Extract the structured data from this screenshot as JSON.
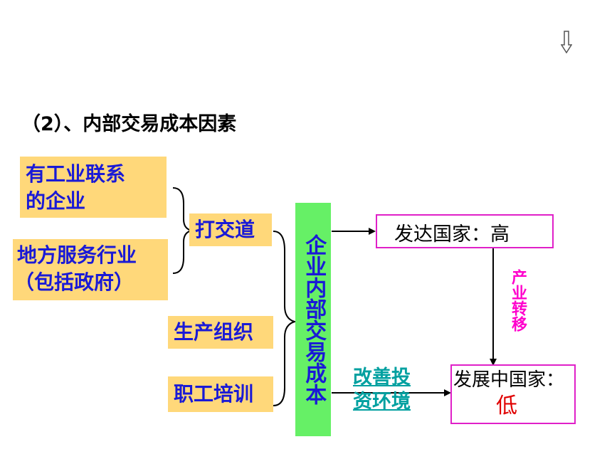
{
  "title": "（2）、内部交易成本因素",
  "nav": {
    "icon": "down-arrow-icon"
  },
  "boxes": {
    "industrial_link_line1": "有工业联系",
    "industrial_link_line2": "的企业",
    "local_services_line1": "地方服务行业",
    "local_services_line2": "（包括政府）",
    "dealing": "打交道",
    "production_org": "生产组织",
    "staff_training": "职工培训",
    "internal_cost": "企业内部交易成本",
    "developed": "发达国家：高",
    "developing_line1": "发展中国家：",
    "developing_line2": "低"
  },
  "labels": {
    "industry_transfer": "产业转移",
    "improve_line1": "改善投",
    "improve_line2": "资环境"
  },
  "colors": {
    "yellow_box": "#ffd87a",
    "green_box": "#66f066",
    "blue_text": "#1a1ad6",
    "pink": "#ff00cc",
    "cyan": "#00a0a0",
    "red": "#e00000"
  }
}
